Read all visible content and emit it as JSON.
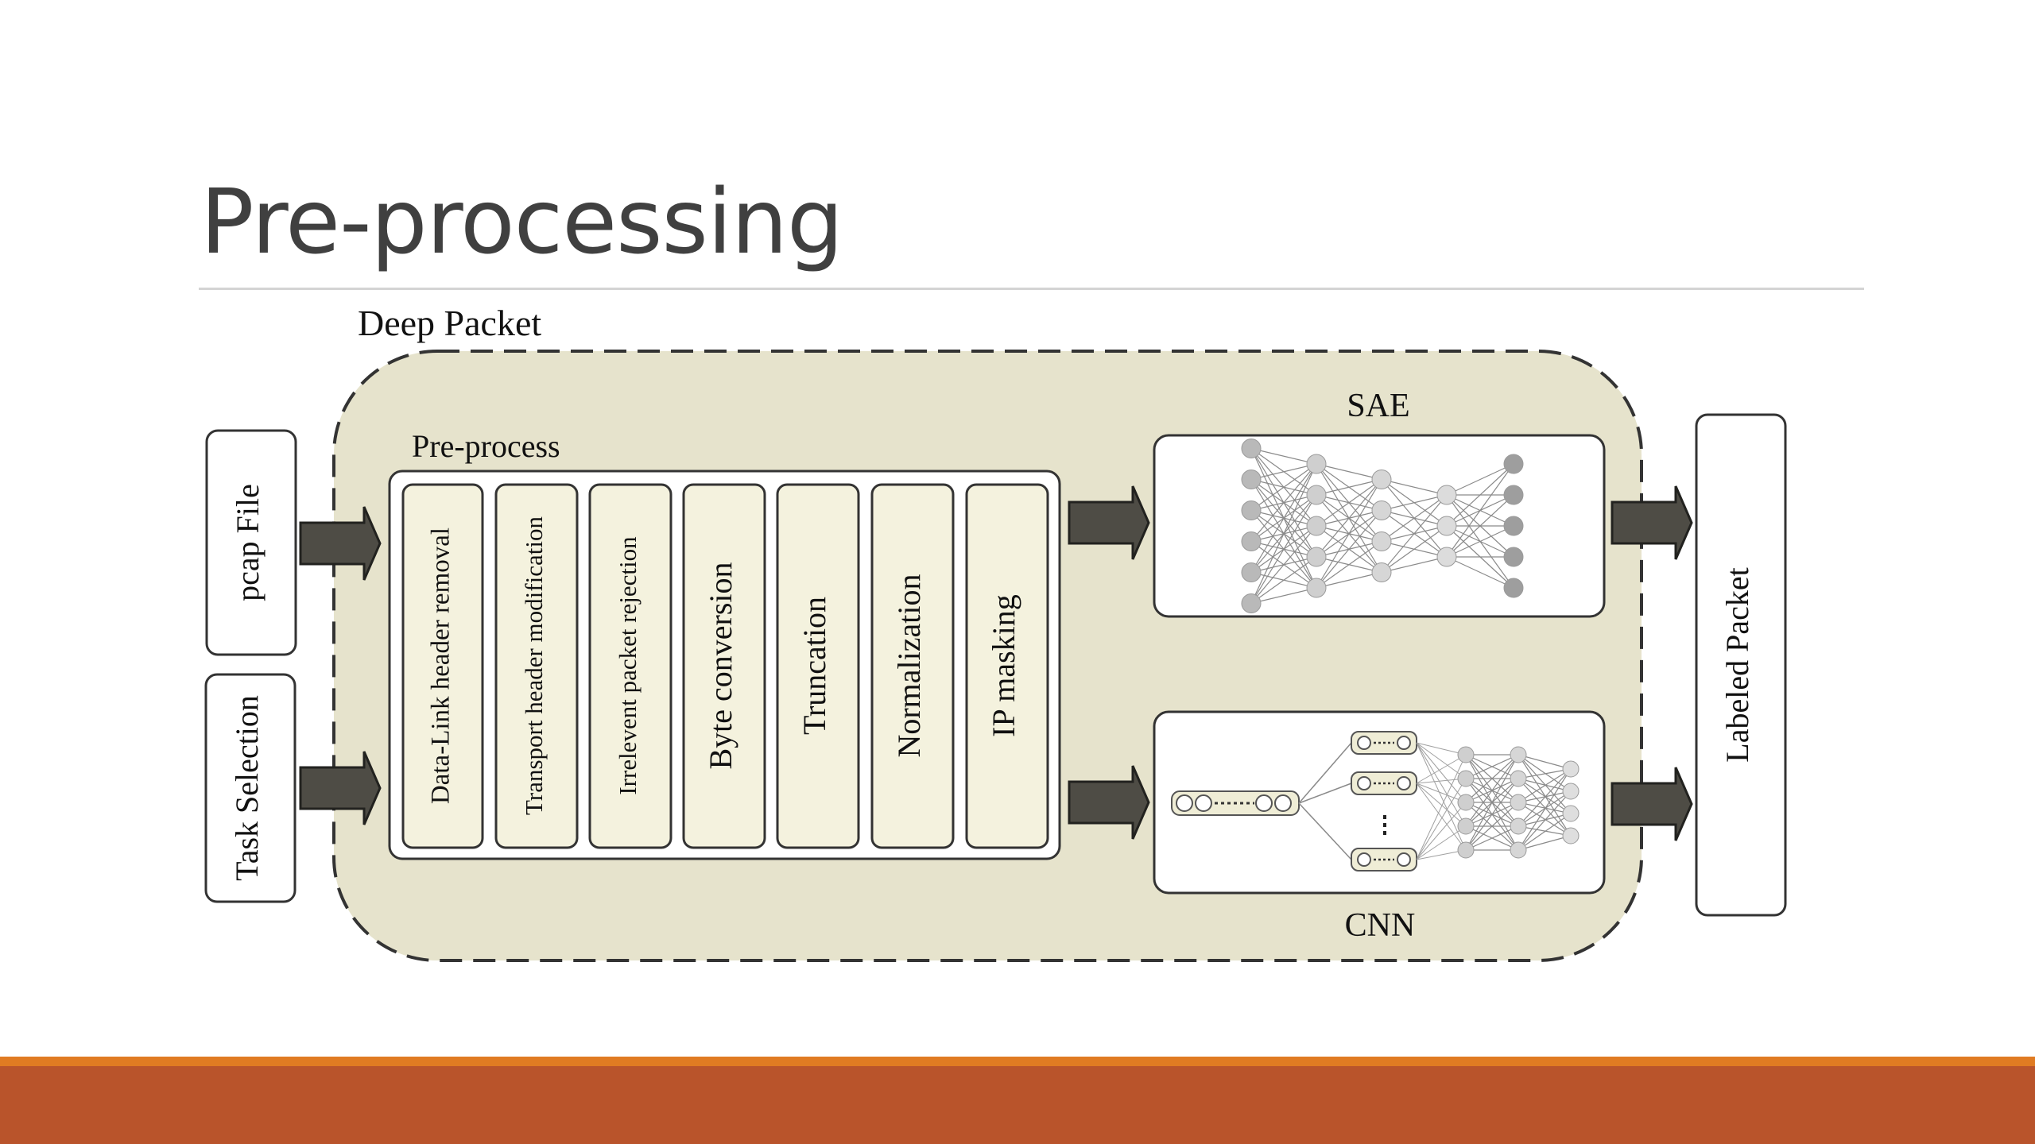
{
  "slide": {
    "title": "Pre-processing"
  },
  "diagram": {
    "system_label": "Deep Packet",
    "inputs": [
      "pcap File",
      "Task Selection"
    ],
    "preprocess_label": "Pre-process",
    "steps": [
      "Data-Link header removal",
      "Transport header modification",
      "Irrelevent packet rejection",
      "Byte conversion",
      "Truncation",
      "Normalization",
      "IP masking"
    ],
    "models": {
      "sae": "SAE",
      "cnn": "CNN"
    },
    "output": "Labeled Packet"
  },
  "colors": {
    "footer_orange": "#e07b22",
    "footer_rust": "#b9542b",
    "panel_fill": "#e6e3cc",
    "step_fill": "#f4f2de",
    "arrow": "#4e4c45"
  }
}
